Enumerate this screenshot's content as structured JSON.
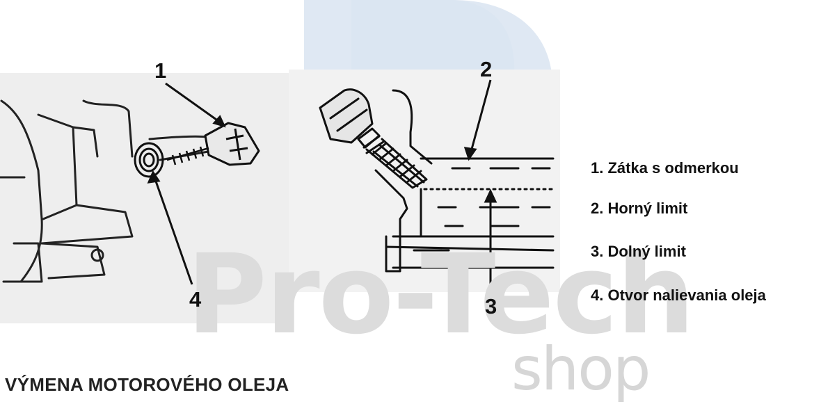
{
  "callouts": {
    "c1": "1",
    "c2": "2",
    "c3": "3",
    "c4": "4"
  },
  "legend": [
    "1. Zátka s odmerkou",
    "2. Horný limit",
    "3. Dolný limit",
    "4. Otvor nalievania oleja"
  ],
  "title": "VÝMENA MOTOROVÉHO OLEJA",
  "watermark": {
    "line1": "Pro-Tech",
    "line2": "shop",
    "logo_color": "#c5d6ea",
    "text_color": "#dcdcdc"
  }
}
